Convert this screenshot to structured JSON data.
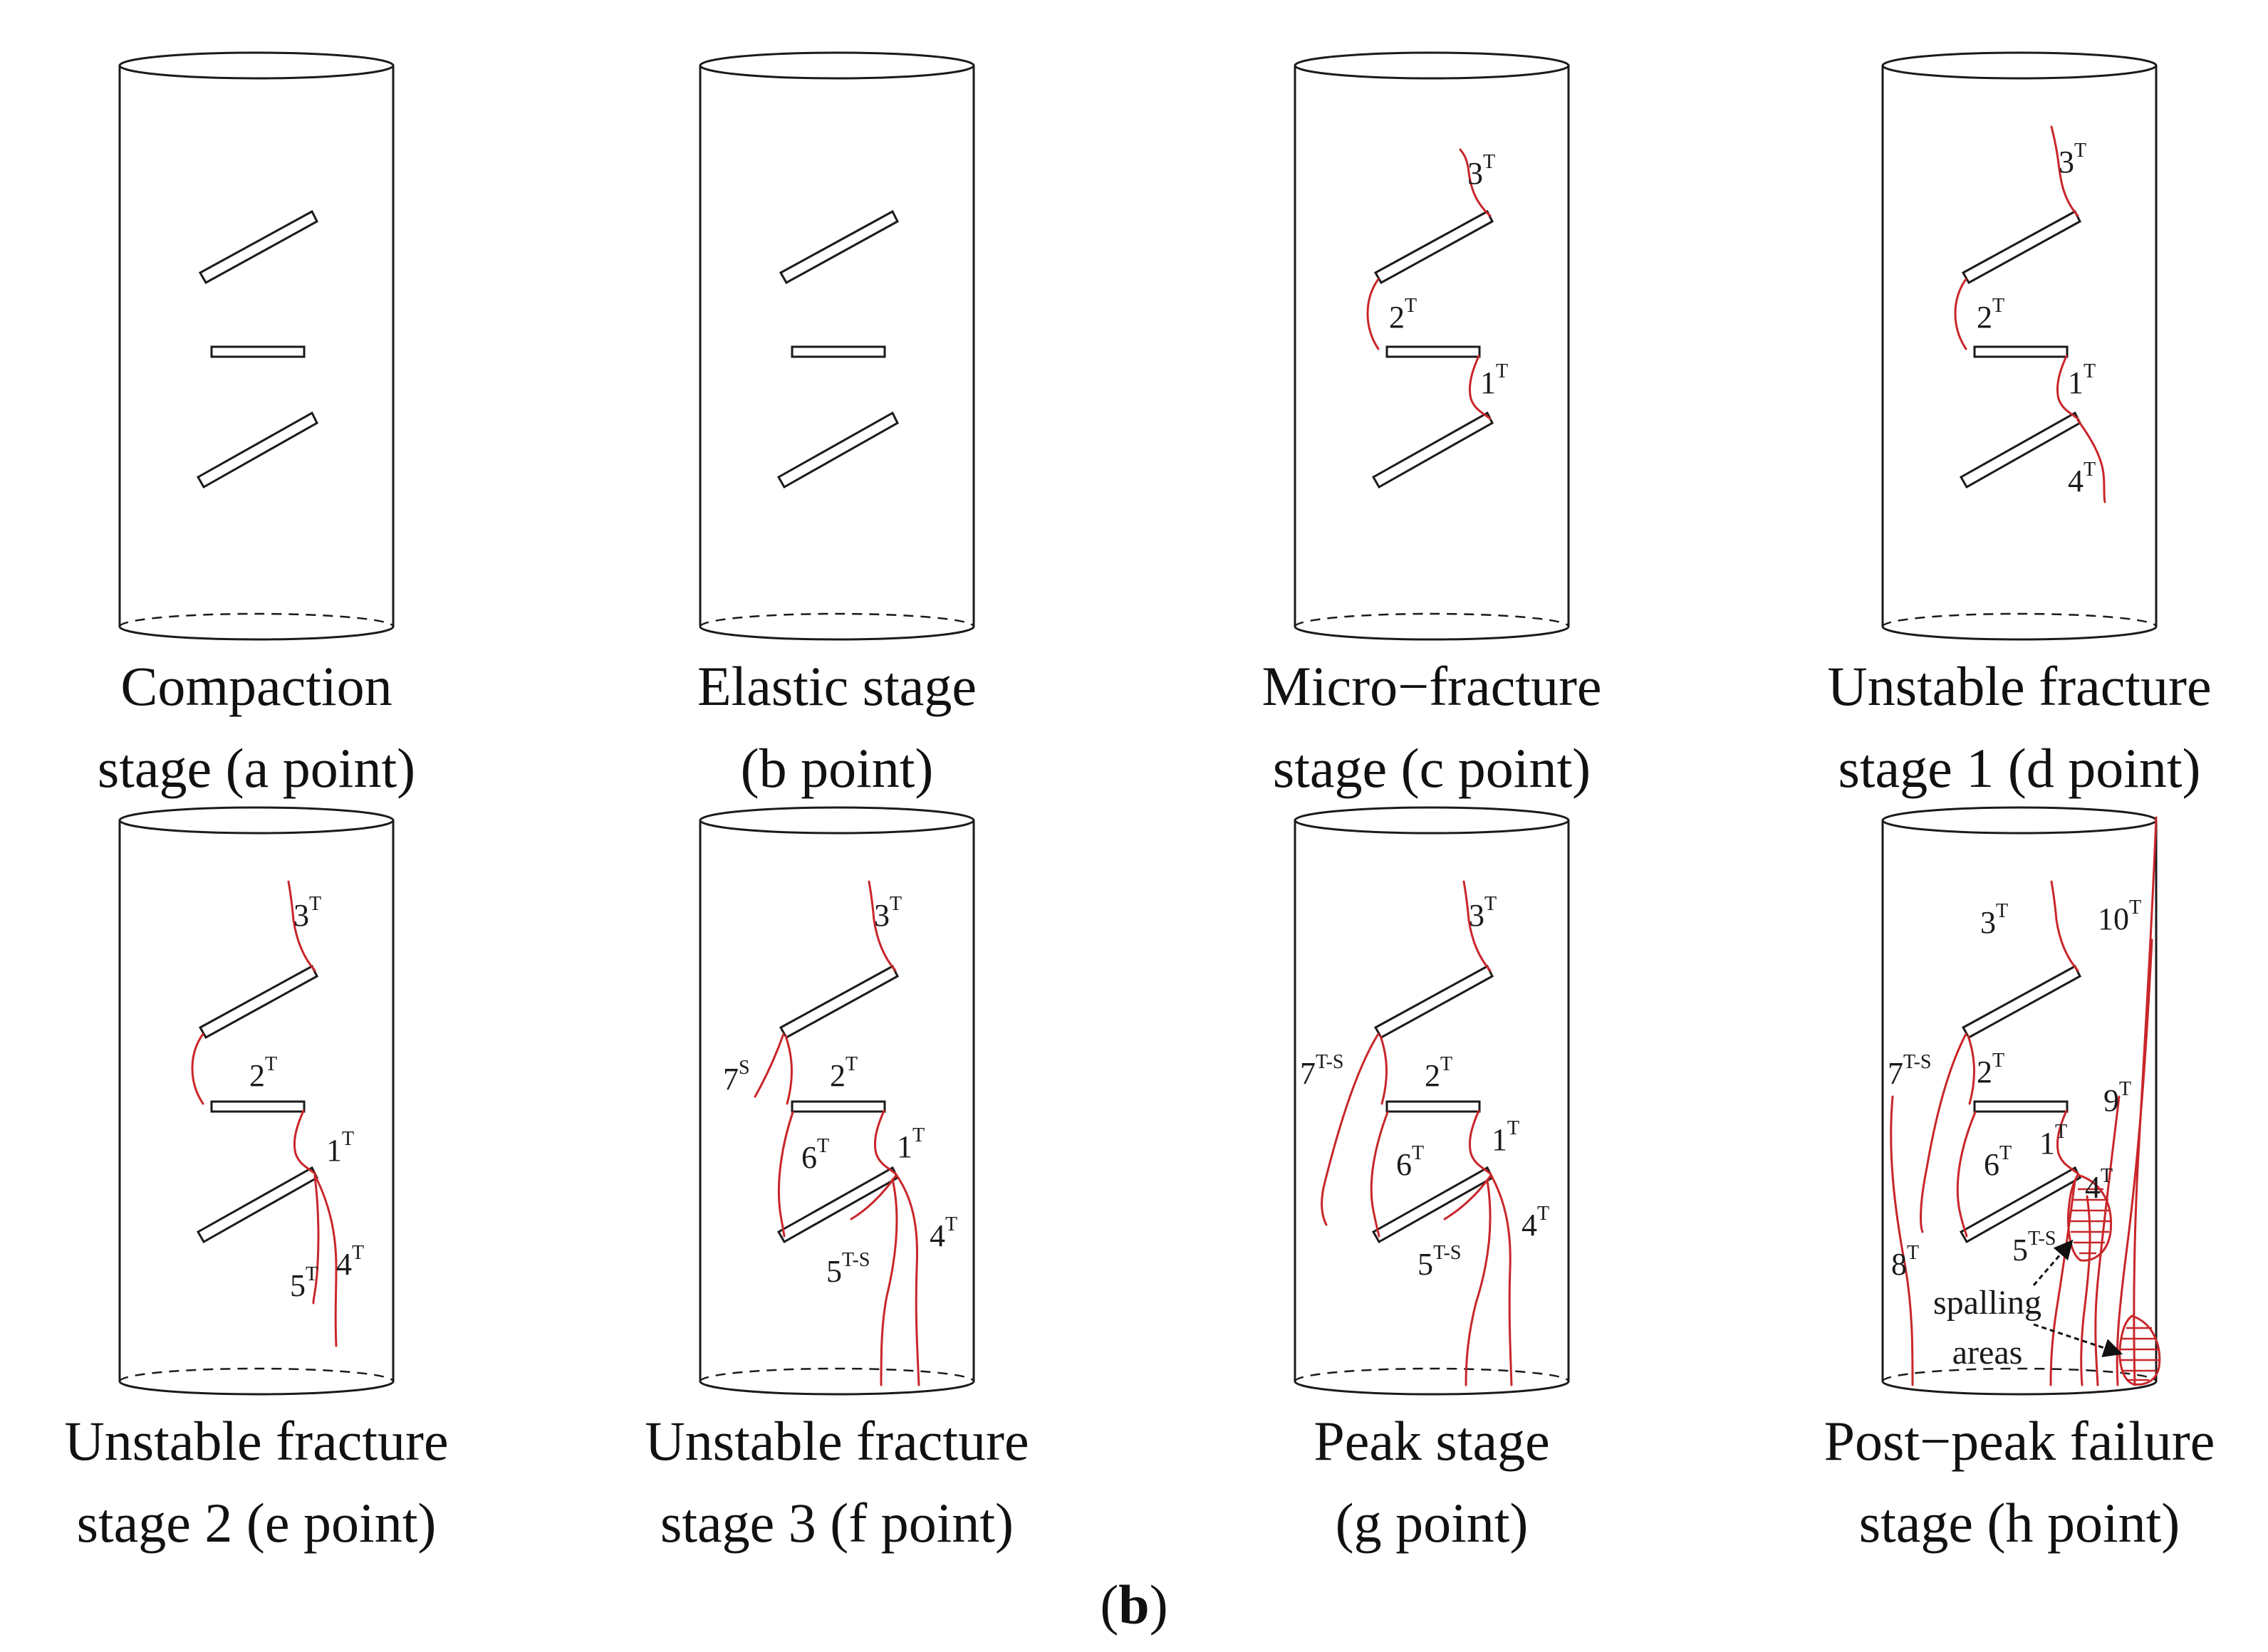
{
  "figure_label": {
    "prefix": "(",
    "letter": "b",
    "suffix": ")"
  },
  "colors": {
    "crack": "#c8262a",
    "outline": "#1a1a1a"
  },
  "panels": [
    {
      "caption": [
        "Compaction",
        "stage (a point)"
      ],
      "crack_labels": []
    },
    {
      "caption": [
        "Elastic stage",
        "(b point)"
      ],
      "crack_labels": []
    },
    {
      "caption": [
        "Micro−fracture",
        "stage (c point)"
      ],
      "crack_labels": [
        {
          "n": "3",
          "sup": "T"
        },
        {
          "n": "2",
          "sup": "T"
        },
        {
          "n": "1",
          "sup": "T"
        }
      ]
    },
    {
      "caption": [
        "Unstable fracture",
        "stage 1 (d point)"
      ],
      "crack_labels": [
        {
          "n": "3",
          "sup": "T"
        },
        {
          "n": "2",
          "sup": "T"
        },
        {
          "n": "1",
          "sup": "T"
        },
        {
          "n": "4",
          "sup": "T"
        }
      ]
    },
    {
      "caption": [
        "Unstable fracture",
        "stage 2 (e point)"
      ],
      "crack_labels": [
        {
          "n": "3",
          "sup": "T"
        },
        {
          "n": "2",
          "sup": "T"
        },
        {
          "n": "1",
          "sup": "T"
        },
        {
          "n": "5",
          "sup": "T"
        },
        {
          "n": "4",
          "sup": "T"
        }
      ]
    },
    {
      "caption": [
        "Unstable fracture",
        "stage 3 (f point)"
      ],
      "crack_labels": [
        {
          "n": "3",
          "sup": "T"
        },
        {
          "n": "7",
          "sup": "S"
        },
        {
          "n": "2",
          "sup": "T"
        },
        {
          "n": "6",
          "sup": "T"
        },
        {
          "n": "1",
          "sup": "T"
        },
        {
          "n": "4",
          "sup": "T"
        },
        {
          "n": "5",
          "sup": "T-S"
        }
      ]
    },
    {
      "caption": [
        "Peak stage",
        "(g point)"
      ],
      "crack_labels": [
        {
          "n": "3",
          "sup": "T"
        },
        {
          "n": "7",
          "sup": "T-S"
        },
        {
          "n": "2",
          "sup": "T"
        },
        {
          "n": "6",
          "sup": "T"
        },
        {
          "n": "1",
          "sup": "T"
        },
        {
          "n": "4",
          "sup": "T"
        },
        {
          "n": "5",
          "sup": "T-S"
        }
      ]
    },
    {
      "caption": [
        "Post−peak failure",
        "stage (h point)"
      ],
      "crack_labels": [
        {
          "n": "3",
          "sup": "T"
        },
        {
          "n": "10",
          "sup": "T"
        },
        {
          "n": "7",
          "sup": "T-S"
        },
        {
          "n": "2",
          "sup": "T"
        },
        {
          "n": "9",
          "sup": "T"
        },
        {
          "n": "6",
          "sup": "T"
        },
        {
          "n": "1",
          "sup": "T"
        },
        {
          "n": "4",
          "sup": "T"
        },
        {
          "n": "8",
          "sup": "T"
        },
        {
          "n": "5",
          "sup": "T-S"
        }
      ],
      "annotation": [
        "spalling",
        "areas"
      ]
    }
  ]
}
